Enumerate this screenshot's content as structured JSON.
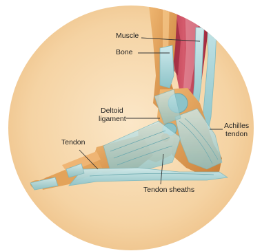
{
  "labels": {
    "muscle": "Muscle",
    "bone": "Bone",
    "deltoid_ligament_line1": "Deltoid",
    "deltoid_ligament_line2": "ligament",
    "tendon": "Tendon",
    "achilles_tendon_line1": "Achilles",
    "achilles_tendon_line2": "tendon",
    "tendon_sheaths": "Tendon sheaths"
  },
  "colors": {
    "background_disc": "#f6d6a8",
    "background_disc_edge": "#e9b77a",
    "bone": "#e3a35a",
    "bone_shadow": "#c27a33",
    "muscle": "#c2384f",
    "muscle_light": "#e07a8a",
    "tendon": "#b7dde0",
    "tendon_dark": "#7fb9bf",
    "leader_line": "#333333"
  }
}
